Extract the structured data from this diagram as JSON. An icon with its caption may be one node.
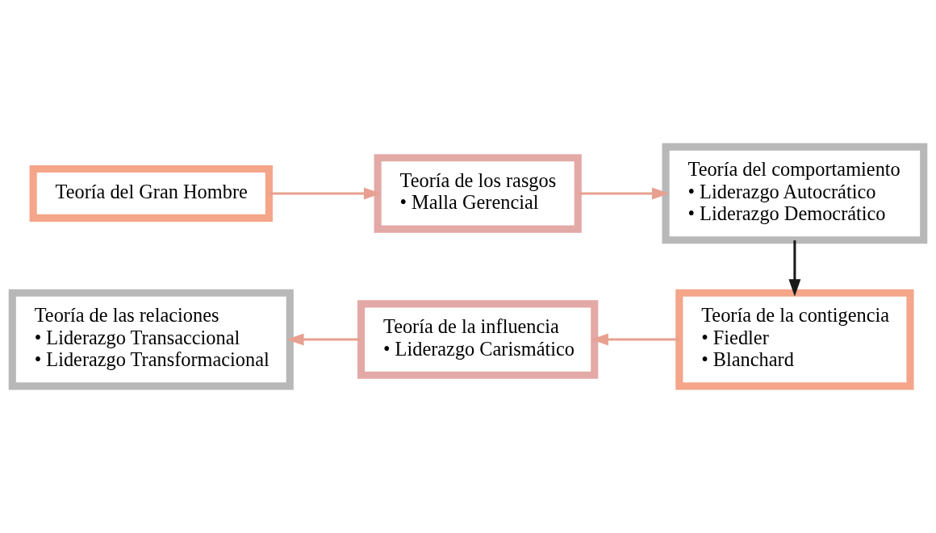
{
  "diagram": {
    "nodes": [
      {
        "text": [
          "Teoría de las relaciones",
          "• Liderazgo Transaccional",
          "• Liderazgo Transformacional"
        ]
      },
      {
        "text": [
          "Teoría de la influencia",
          "• Liderazgo Carismático"
        ]
      },
      {
        "text": [
          "Teoría de la contigencia",
          "• Fiedler",
          "• Blanchard"
        ]
      },
      {
        "text": [
          "Teoría del comportamiento",
          "• Liderazgo Autocrático",
          "• Liderazgo Democrático"
        ]
      },
      {
        "text": [
          "Teoría de los rasgos",
          "• Malla Gerencial"
        ]
      },
      {
        "text": [
          "Teoría del Gran Hombre"
        ]
      }
    ],
    "edges": [
      {
        "from": 5,
        "to": 4,
        "arrow": "to"
      },
      {
        "from": 4,
        "to": 3,
        "arrow": "to"
      },
      {
        "from": 3,
        "to": 2,
        "arrow": "to",
        "color": "#1a1a1a"
      },
      {
        "from": 2,
        "to": 1,
        "arrow": "to"
      },
      {
        "from": 1,
        "to": 0,
        "arrow": "to"
      }
    ]
  }
}
